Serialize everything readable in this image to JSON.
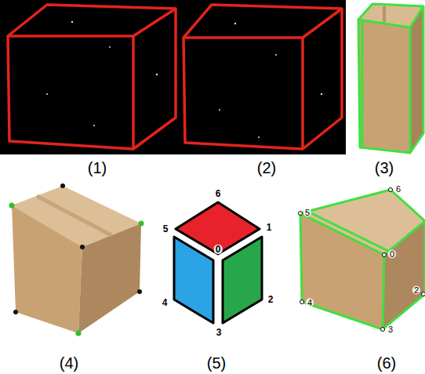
{
  "diagram": {
    "labels": [
      "(1)",
      "(2)",
      "(3)",
      "(4)",
      "(5)",
      "(6)",
      "6",
      "5",
      "1",
      "0",
      "4",
      "2",
      "3",
      "6",
      "5",
      "0",
      "4",
      "3",
      "2"
    ]
  }
}
